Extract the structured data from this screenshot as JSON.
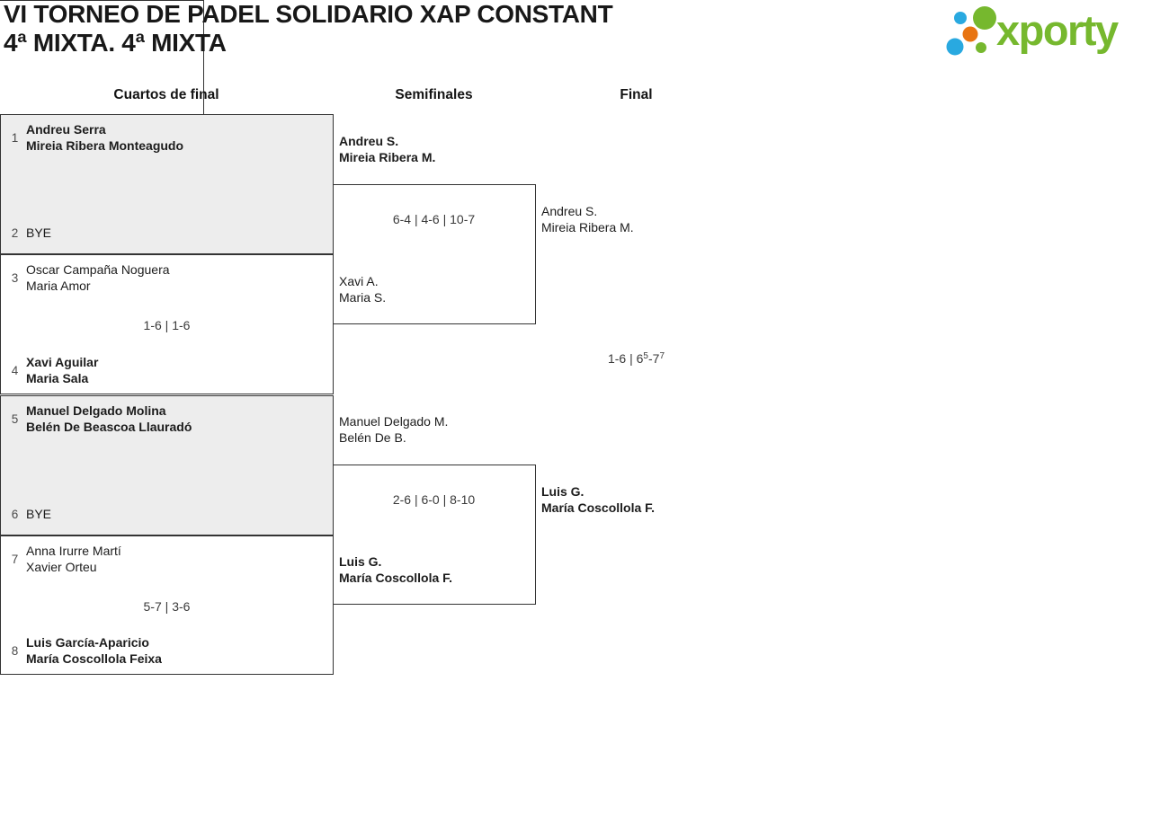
{
  "page": {
    "title_line1": "VI TORNEO DE PADEL SOLIDARIO XAP CONSTANT",
    "title_line2": "4ª MIXTA. 4ª MIXTA"
  },
  "logo": {
    "text": "xporty",
    "green": "#76b82e",
    "blue": "#29a9e0",
    "orange": "#e87411"
  },
  "round_headers": {
    "quarterfinals": "Cuartos de final",
    "semifinals": "Semifinales",
    "final": "Final"
  },
  "colors": {
    "box_border": "#333333",
    "box_alt_bg": "#ededed",
    "text_dark": "#1c1c1c",
    "text_gray": "#4a4a4a"
  },
  "bracket": {
    "quarterfinals": [
      {
        "seed_top": "1",
        "team_top": [
          "Andreu Serra",
          "Mireia Ribera Monteagudo"
        ],
        "top_winner": true,
        "seed_bottom": "2",
        "team_bottom": [
          "BYE"
        ],
        "bottom_winner": false,
        "score": ""
      },
      {
        "seed_top": "3",
        "team_top": [
          "Oscar Campaña Noguera",
          "Maria Amor"
        ],
        "top_winner": false,
        "seed_bottom": "4",
        "team_bottom": [
          "Xavi Aguilar",
          "Maria Sala"
        ],
        "bottom_winner": true,
        "score": "1-6 | 1-6"
      },
      {
        "seed_top": "5",
        "team_top": [
          "Manuel Delgado Molina",
          "Belén De Beascoa Llauradó"
        ],
        "top_winner": true,
        "seed_bottom": "6",
        "team_bottom": [
          "BYE"
        ],
        "bottom_winner": false,
        "score": ""
      },
      {
        "seed_top": "7",
        "team_top": [
          "Anna Irurre Martí",
          "Xavier Orteu"
        ],
        "top_winner": false,
        "seed_bottom": "8",
        "team_bottom": [
          "Luis García-Aparicio",
          "María Coscollola Feixa"
        ],
        "bottom_winner": true,
        "score": "5-7 | 3-6"
      }
    ],
    "semifinals": [
      {
        "team_top": [
          "Andreu S.",
          "Mireia Ribera M."
        ],
        "top_winner": true,
        "team_bottom": [
          "Xavi A.",
          "Maria S."
        ],
        "bottom_winner": false,
        "score": "6-4 | 4-6 | 10-7"
      },
      {
        "team_top": [
          "Manuel Delgado M.",
          "Belén De B."
        ],
        "top_winner": false,
        "team_bottom": [
          "Luis G.",
          "María Coscollola F."
        ],
        "bottom_winner": true,
        "score": "2-6 | 6-0 | 8-10"
      }
    ],
    "final": {
      "team_top": [
        "Andreu S.",
        "Mireia Ribera M."
      ],
      "top_winner": false,
      "team_bottom": [
        "Luis G.",
        "María Coscollola F."
      ],
      "bottom_winner": true,
      "score_parts": {
        "part1": "1-6 | 6",
        "sup1": "5",
        "part2": "-7",
        "sup2": "7"
      }
    }
  }
}
